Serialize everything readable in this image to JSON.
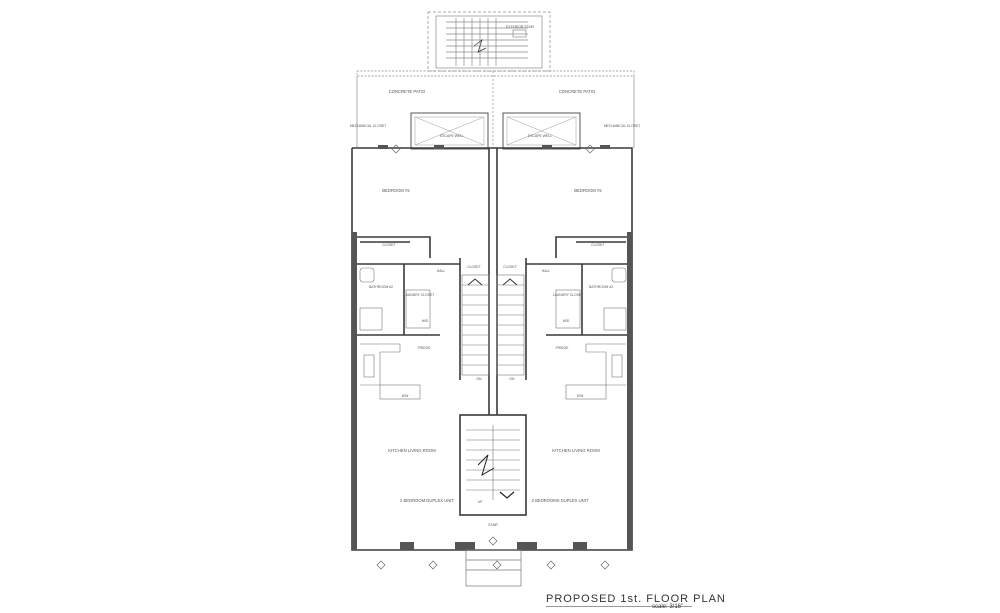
{
  "drawing": {
    "title": "PROPOSED 1st. FLOOR PLAN",
    "scale": "scale: 3/16\""
  },
  "labels": {
    "exterior_stair": "EXTERIOR STAIR",
    "concrete_patio": "CONCRETE PATIO",
    "mechanical_closet": "MECHANICAL CLOSET",
    "escape_well": "ESCAPE WELL",
    "bedroom": "BEDROOM #2",
    "closet": "CLOSET",
    "hall": "HALL",
    "bathroom": "BATHROOM #2",
    "laundry_closet": "LAUNDRY CLOSET",
    "fridge": "FRIDGE",
    "dw": "D/W",
    "wd": "W/D",
    "kitchen": "KITCHEN LIVING ROOM",
    "unit_left": "2 BEDROOM DUPLEX UNIT",
    "unit_right": "2 BEDROOMS DUPLEX UNIT",
    "stair": "STAIR",
    "up": "UP",
    "dn": "DN"
  },
  "colors": {
    "wall": "#3a3a3a",
    "thin": "#8a8a8a",
    "thick_wall": "#555555"
  }
}
